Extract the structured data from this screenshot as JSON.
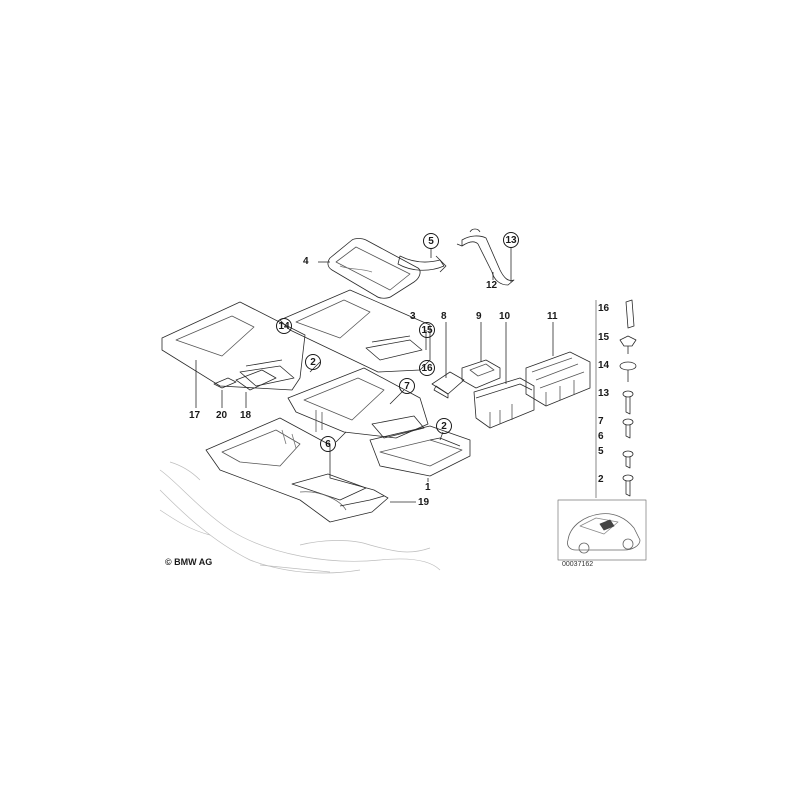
{
  "callouts": [
    {
      "id": "c4",
      "text": "4",
      "circled": false
    },
    {
      "id": "c5",
      "text": "5",
      "circled": true
    },
    {
      "id": "c13",
      "text": "13",
      "circled": true
    },
    {
      "id": "c12",
      "text": "12",
      "circled": false
    },
    {
      "id": "c14",
      "text": "14",
      "circled": true
    },
    {
      "id": "c3",
      "text": "3",
      "circled": false
    },
    {
      "id": "c15",
      "text": "15",
      "circled": true
    },
    {
      "id": "c16",
      "text": "16",
      "circled": true
    },
    {
      "id": "c8",
      "text": "8",
      "circled": false
    },
    {
      "id": "c9",
      "text": "9",
      "circled": false
    },
    {
      "id": "c10",
      "text": "10",
      "circled": false
    },
    {
      "id": "c11",
      "text": "11",
      "circled": false
    },
    {
      "id": "c2a",
      "text": "2",
      "circled": true
    },
    {
      "id": "c7",
      "text": "7",
      "circled": true
    },
    {
      "id": "c17",
      "text": "17",
      "circled": false
    },
    {
      "id": "c20",
      "text": "20",
      "circled": false
    },
    {
      "id": "c18",
      "text": "18",
      "circled": false
    },
    {
      "id": "c6",
      "text": "6",
      "circled": true
    },
    {
      "id": "c2b",
      "text": "2",
      "circled": true
    },
    {
      "id": "c1",
      "text": "1",
      "circled": false
    },
    {
      "id": "c19",
      "text": "19",
      "circled": false
    }
  ],
  "hardware_legend": [
    "16",
    "15",
    "14",
    "13",
    "7",
    "6",
    "5",
    "2"
  ],
  "copyright": "© BMW AG",
  "drawing_number": "00037162"
}
